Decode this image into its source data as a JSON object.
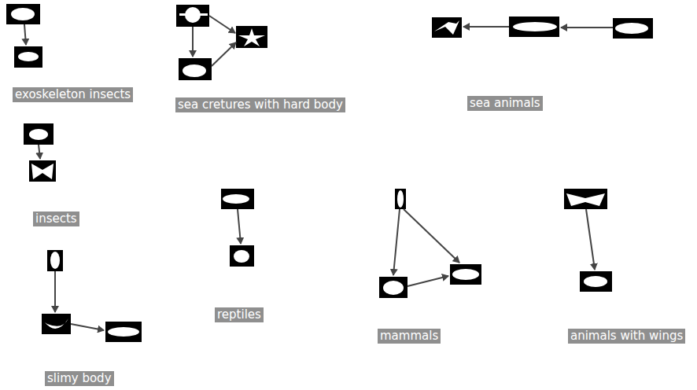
{
  "diagram": {
    "nodes": [
      {
        "text": [
          "exoskeleton insects"
        ]
      },
      {
        "text": [
          "sea cretures with hard body"
        ]
      },
      {
        "text": [
          "sea animals"
        ]
      },
      {
        "text": [
          "insects"
        ]
      },
      {
        "text": [
          "reptiles"
        ]
      },
      {
        "text": [
          "mammals"
        ]
      },
      {
        "text": [
          "animals with wings"
        ]
      },
      {
        "text": [
          "slimy body"
        ]
      }
    ]
  }
}
